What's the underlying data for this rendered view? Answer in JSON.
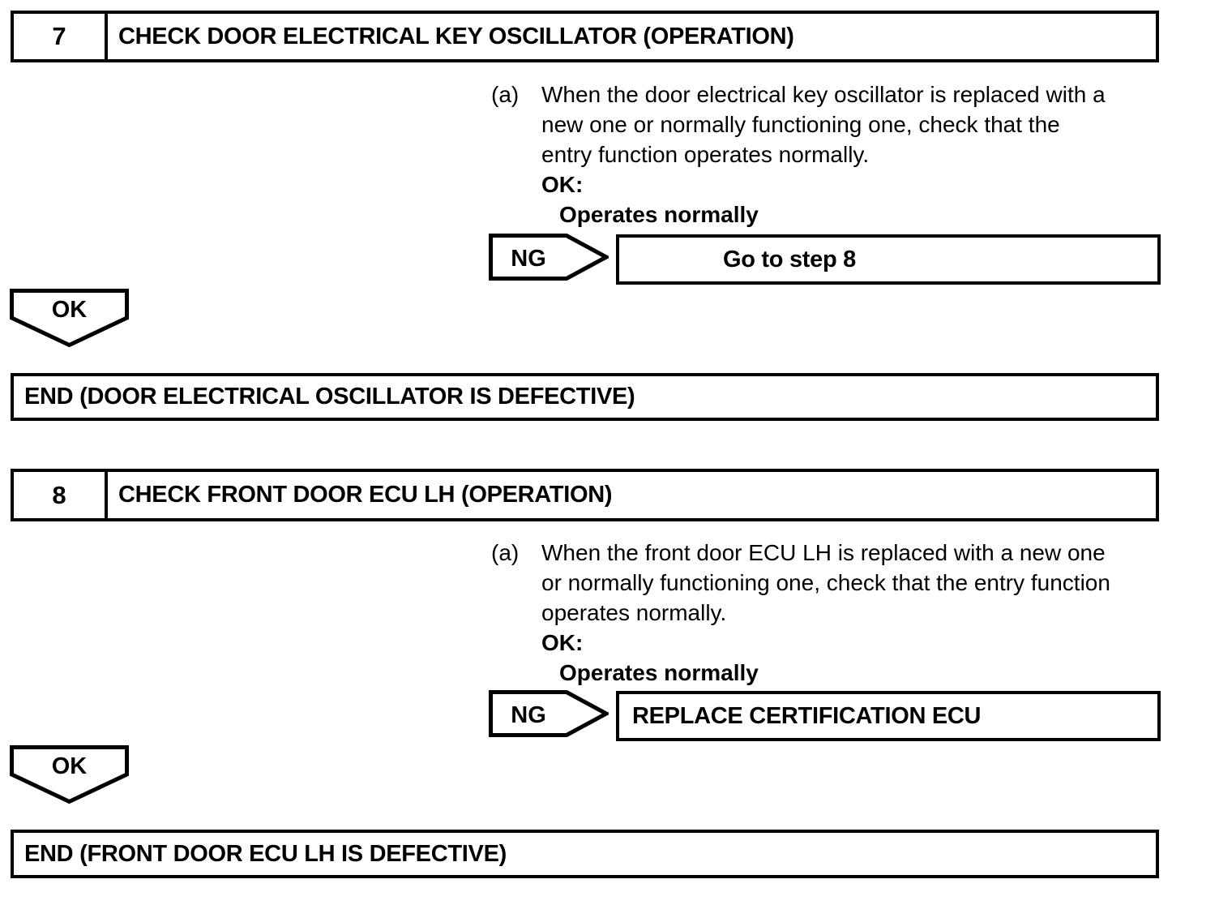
{
  "colors": {
    "ink": "#000000",
    "paper": "#ffffff"
  },
  "steps": [
    {
      "number": "7",
      "title": "CHECK DOOR ELECTRICAL KEY OSCILLATOR (OPERATION)",
      "item_label": "(a)",
      "body_lines": [
        "When the door electrical key oscillator is replaced with a",
        "new one or normally functioning one, check that the",
        "entry function operates normally."
      ],
      "ok_heading": "OK:",
      "ok_condition": "Operates normally",
      "ng_label": "NG",
      "ng_action": "Go to step 8",
      "ok_label": "OK",
      "end_text": "END (DOOR ELECTRICAL OSCILLATOR IS DEFECTIVE)"
    },
    {
      "number": "8",
      "title": "CHECK FRONT DOOR ECU LH (OPERATION)",
      "item_label": "(a)",
      "body_lines": [
        "When the front door ECU LH is replaced with a new one",
        "or normally functioning one, check that the entry function",
        "operates normally."
      ],
      "ok_heading": "OK:",
      "ok_condition": "Operates normally",
      "ng_label": "NG",
      "ng_action": "REPLACE CERTIFICATION ECU",
      "ok_label": "OK",
      "end_text": "END (FRONT DOOR ECU LH IS DEFECTIVE)"
    }
  ]
}
